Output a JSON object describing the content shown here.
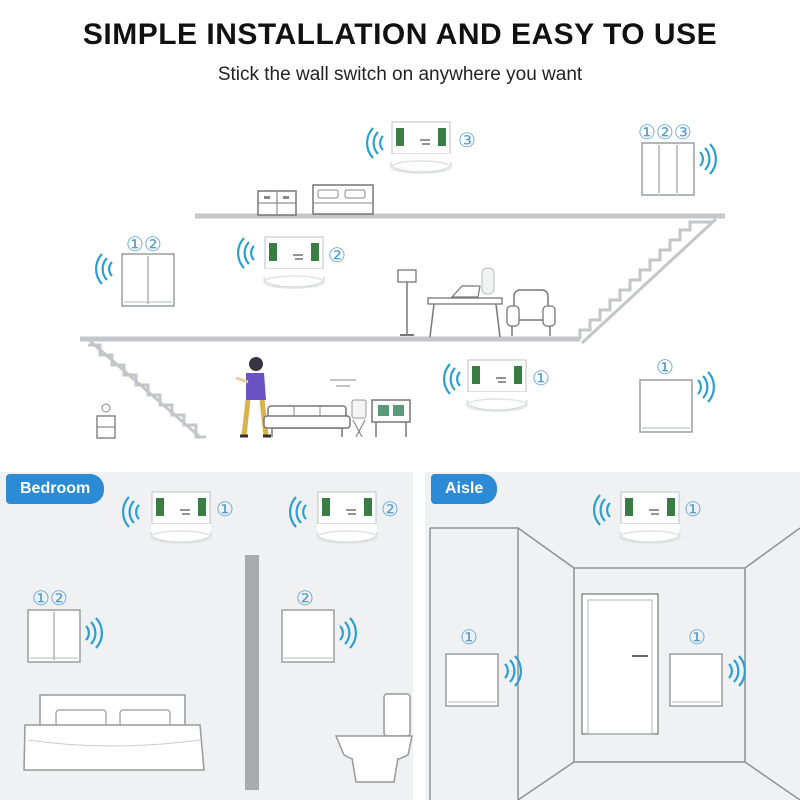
{
  "header": {
    "title": "SIMPLE INSTALLATION AND EASY TO USE",
    "subtitle": "Stick the wall switch on anywhere you want"
  },
  "rooms": {
    "bedroom": {
      "label": "Bedroom"
    },
    "aisle": {
      "label": "Aisle"
    }
  },
  "switch_markers": {
    "one": "①",
    "two": "②",
    "three": "③",
    "one_two": "①②",
    "one_two_three": "①②③"
  },
  "colors": {
    "accent": "#2d8bd6",
    "wifi": "#2a9fd0",
    "line": "#c4c6c9",
    "panel_bg": "#eef0f2",
    "relay_green": "#3a7d44"
  },
  "icons": {
    "wifi": "wifi-signal-icon",
    "relay": "ceiling-relay-icon",
    "switch": "wall-switch-icon"
  }
}
